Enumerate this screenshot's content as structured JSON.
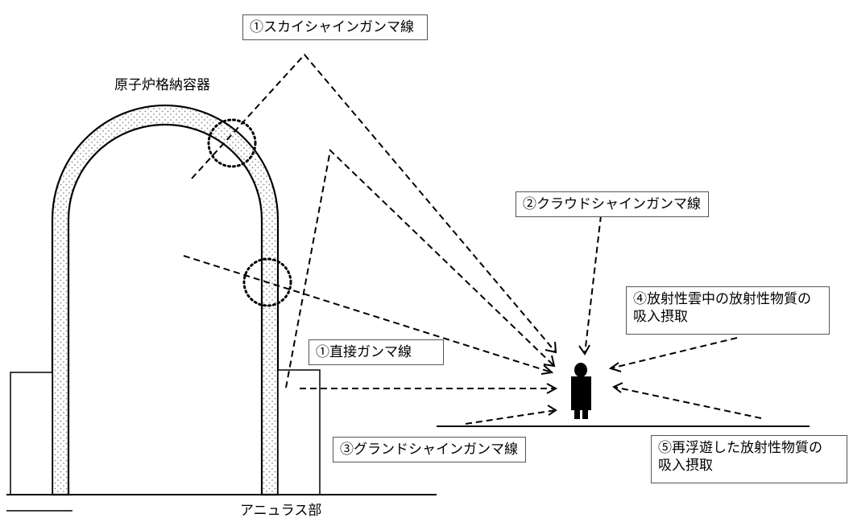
{
  "labels": {
    "containment_vessel": "原子炉格納容器",
    "annulus": "アニュラス部"
  },
  "callouts": {
    "skyshine": "①スカイシャインガンマ線",
    "direct": "①直接ガンマ線",
    "cloudshine": "②クラウドシャインガンマ線",
    "groundshine": "③グランドシャインガンマ線",
    "inhalation_cloud": {
      "line1": "④放射性雲中の放射性物質の",
      "line2": "吸入摂取"
    },
    "inhalation_resuspended": {
      "line1": "⑤再浮遊した放射性物質の",
      "line2": "吸入摂取"
    }
  },
  "colors": {
    "line": "#000000",
    "shell_dots": "#8a8a8a",
    "box_border": "#555555"
  }
}
